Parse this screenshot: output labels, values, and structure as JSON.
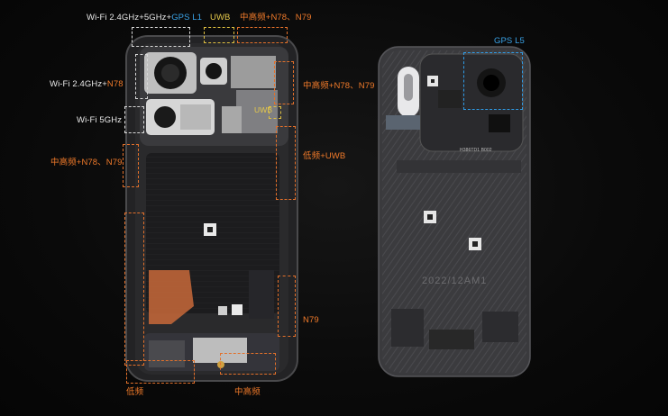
{
  "labels": {
    "wifi_top_a": "Wi-Fi 2.4GHz+5GHz+",
    "wifi_top_b": "GPS L1",
    "uwb_top": "UWB",
    "midhigh_top": "中高频+N78、N79",
    "wifi24_a": "Wi-Fi 2.4GHz+",
    "wifi24_b": "N78",
    "wifi5": "Wi-Fi 5GHz",
    "midhigh_right": "中高频+N78、N79",
    "uwb_mid": "UWB",
    "midhigh_left": "中高频+N78、N79",
    "low_uwb": "低频+UWB",
    "n79": "N79",
    "low_bottom": "低频",
    "midhigh_bottom": "中高频",
    "gps_l5": "GPS L5"
  },
  "back_panel": {
    "camera_text": "H386TD1  B002",
    "serial_text": "2022/12AM1"
  },
  "colors": {
    "orange": "#f07a2a",
    "yellow": "#e6c94b",
    "blue": "#3aa3e8",
    "white": "#e8e8e8"
  }
}
